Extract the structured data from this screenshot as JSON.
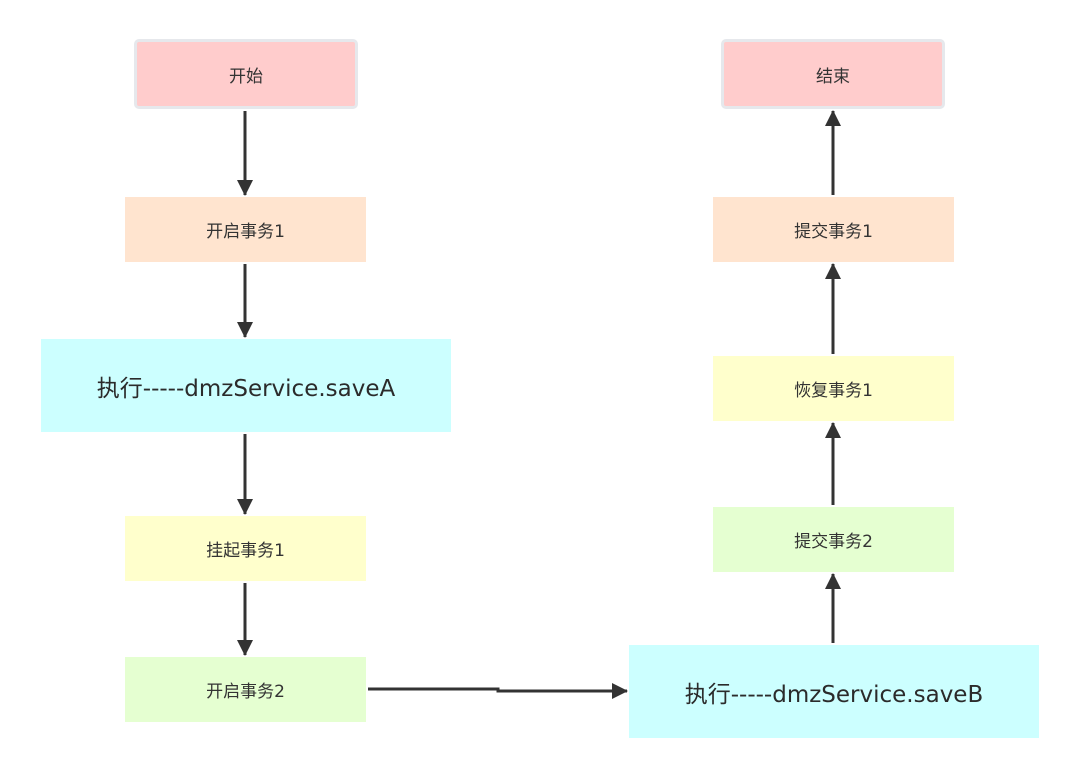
{
  "colors": {
    "terminal": "#ffcccc",
    "begin_tx": "#ffe4cf",
    "execute": "#ccffff",
    "suspend_resume": "#ffffcc",
    "tx2": "#e5ffd1",
    "arrow": "#333333"
  },
  "nodes": {
    "start": "开始",
    "begin_tx1": "开启事务1",
    "exec_save_a": "执行-----dmzService.saveA",
    "suspend_tx1": "挂起事务1",
    "begin_tx2": "开启事务2",
    "exec_save_b": "执行-----dmzService.saveB",
    "commit_tx2": "提交事务2",
    "resume_tx1": "恢复事务1",
    "commit_tx1": "提交事务1",
    "end": "结束"
  },
  "edges": [
    [
      "start",
      "begin_tx1"
    ],
    [
      "begin_tx1",
      "exec_save_a"
    ],
    [
      "exec_save_a",
      "suspend_tx1"
    ],
    [
      "suspend_tx1",
      "begin_tx2"
    ],
    [
      "begin_tx2",
      "exec_save_b"
    ],
    [
      "exec_save_b",
      "commit_tx2"
    ],
    [
      "commit_tx2",
      "resume_tx1"
    ],
    [
      "resume_tx1",
      "commit_tx1"
    ],
    [
      "commit_tx1",
      "end"
    ]
  ]
}
